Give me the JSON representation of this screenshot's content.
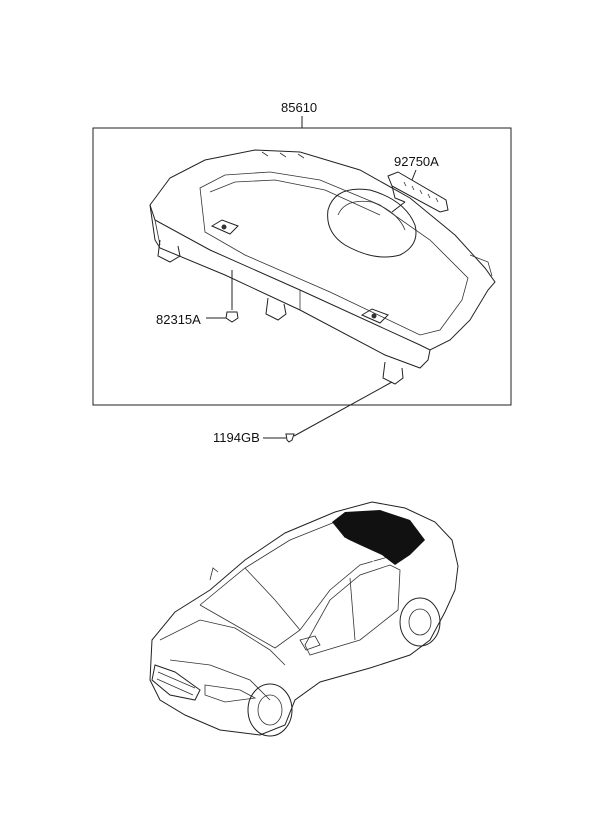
{
  "diagram": {
    "assembly_label": "85610",
    "parts": [
      {
        "label": "92750A"
      },
      {
        "label": "82315A"
      },
      {
        "label": "1194GB"
      }
    ]
  }
}
